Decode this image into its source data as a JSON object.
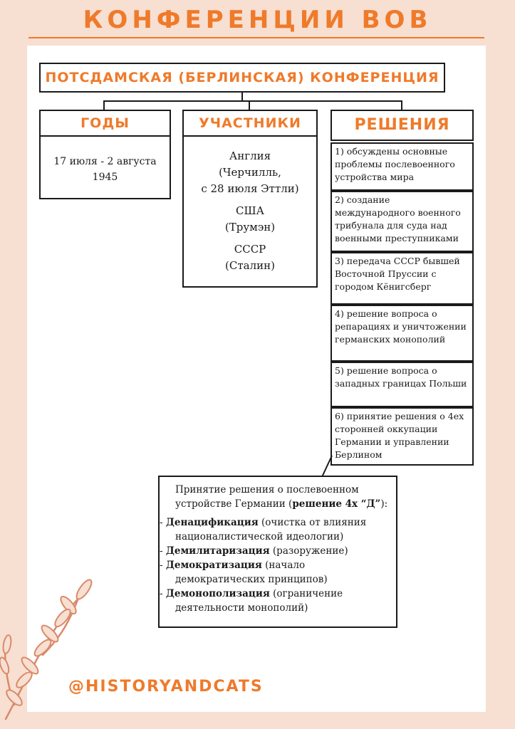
{
  "title": "КОНФЕРЕНЦИИ ВОВ",
  "conference": "ПОТСДАМСКАЯ (БЕРЛИНСКАЯ) КОНФЕРЕНЦИЯ",
  "years": {
    "heading": "ГОДЫ",
    "line1": "17 июля - 2 августа",
    "line2": "1945"
  },
  "participants": {
    "heading": "УЧАСТНИКИ",
    "items": [
      {
        "country": "Англия",
        "leader_line1": "(Черчилль,",
        "leader_line2": "с 28 июля Эттли)"
      },
      {
        "country": "США",
        "leader_line1": "(Трумэн)"
      },
      {
        "country": "СССР",
        "leader_line1": "(Сталин)"
      }
    ]
  },
  "decisions": {
    "heading": "РЕШЕНИЯ",
    "items": [
      "1) обсуждены основные проблемы послевоенного устройства мира",
      "2) создание международного военного трибунала для суда над военными преступниками",
      "3) передача СССР бывшей Восточной Пруссии с городом Кёнигсберг",
      "4) решение вопроса о репарациях и уничтожении германских монополий",
      "5) решение вопроса о западных границах Польши",
      "6) принятие решения о 4ех сторонней оккупации Германии и управлении Берлином"
    ]
  },
  "summary": {
    "intro": "Принятие решения о послевоенном устройстве Германии (",
    "intro_bold": "решение 4х “Д”",
    "intro_end": "):",
    "points": [
      {
        "bold": "Денацификация",
        "rest": " (очистка от влияния националистической идеологии)"
      },
      {
        "bold": "Демилитаризация",
        "rest": " (разоружение)"
      },
      {
        "bold": "Демократизация",
        "rest": " (начало демократических принципов)"
      },
      {
        "bold": "Демонополизация",
        "rest": " (ограничение деятельности монополий)"
      }
    ]
  },
  "handle": "@HISTORYANDCATS",
  "colors": {
    "accent": "#ef7a2a",
    "background": "#f7dfd1",
    "branch": "#d98a6a"
  }
}
